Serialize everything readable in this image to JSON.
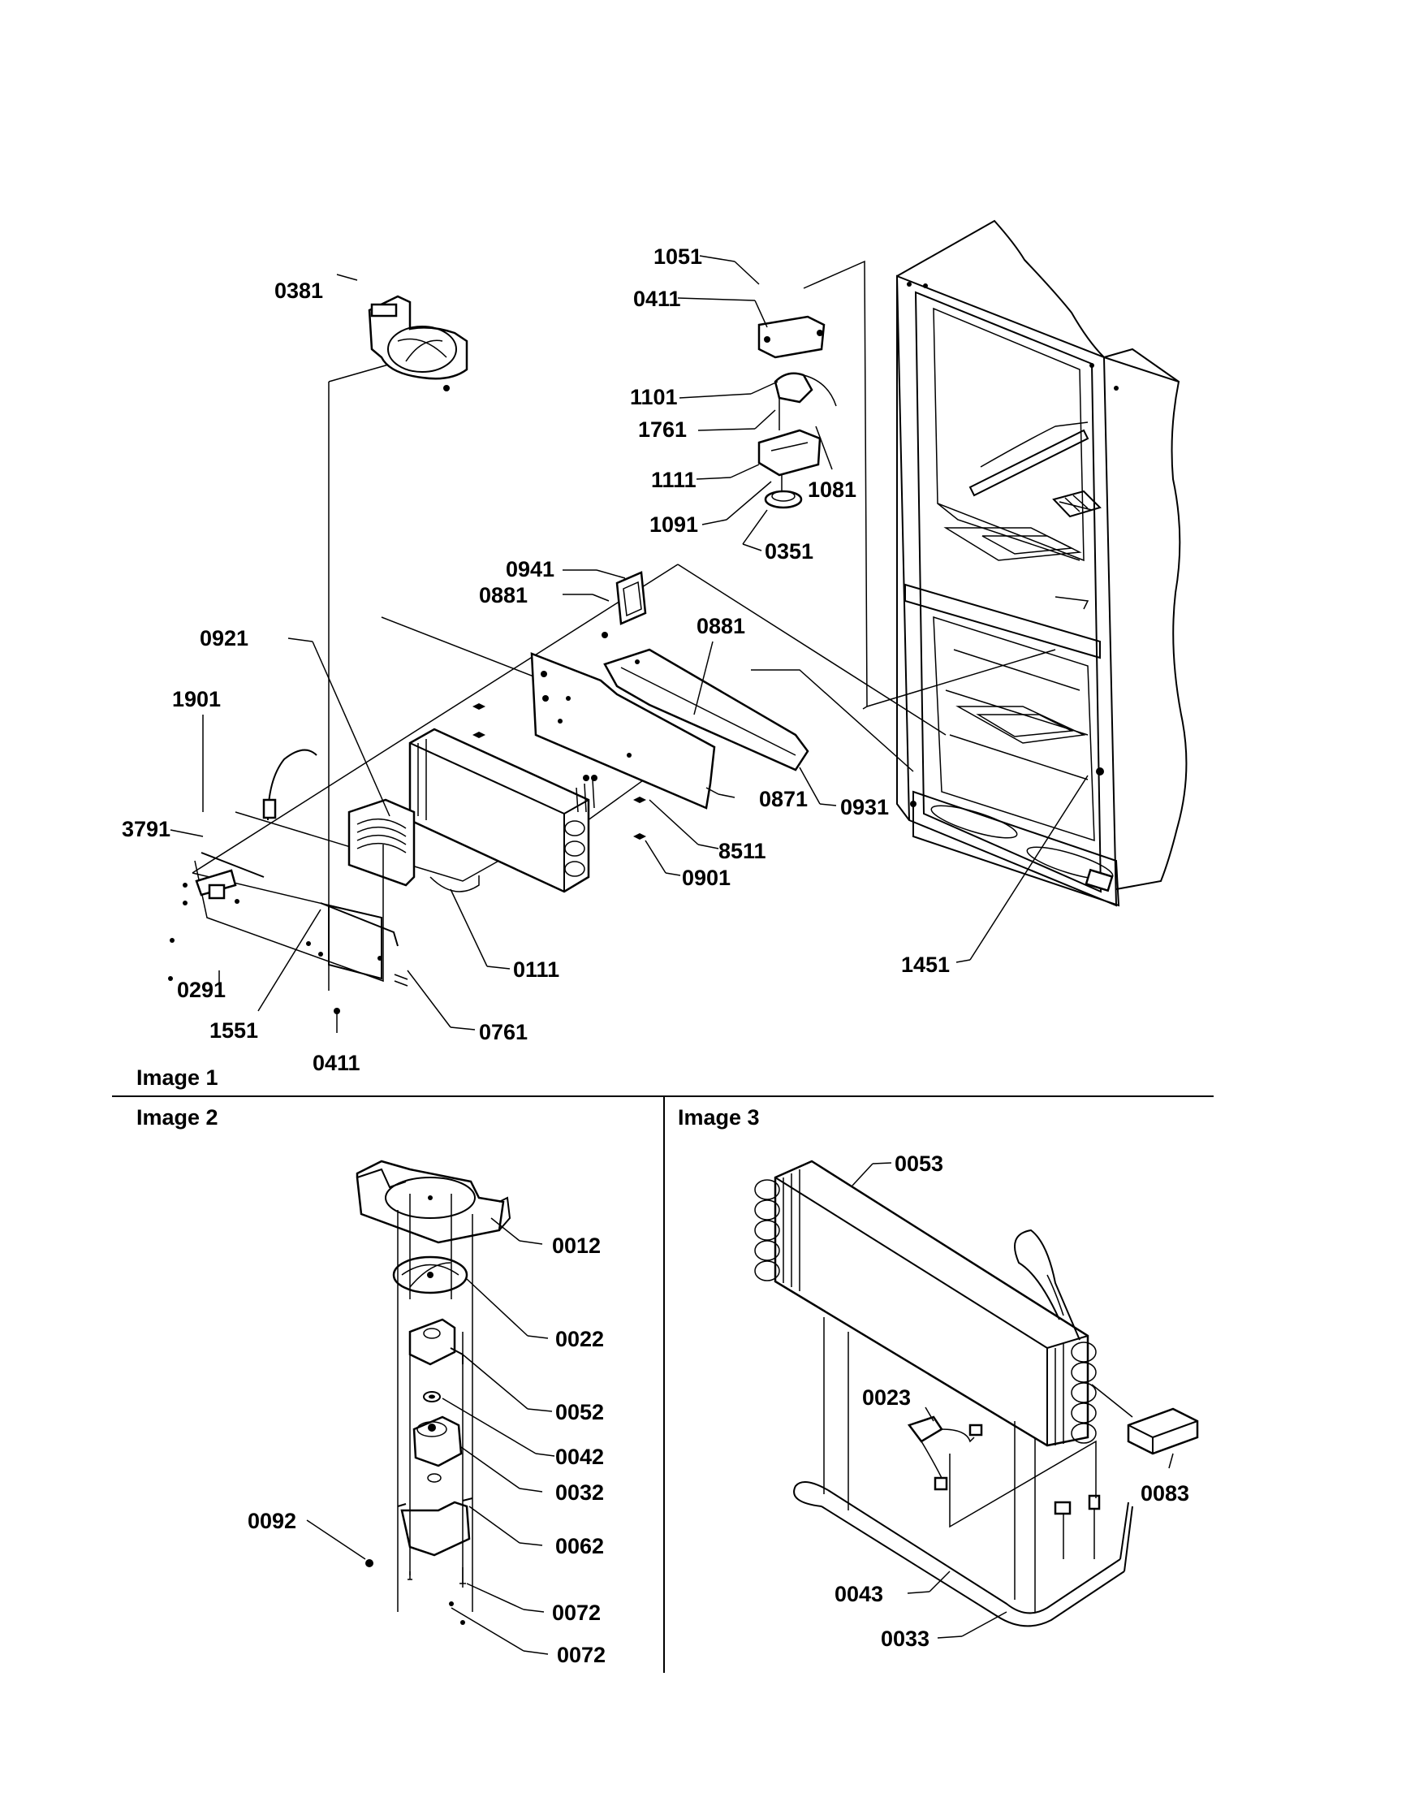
{
  "panels": {
    "image1": "Image 1",
    "image2": "Image 2",
    "image3": "Image 3"
  },
  "labels": {
    "p0381": "0381",
    "p1051": "1051",
    "p0411a": "0411",
    "p1101": "1101",
    "p1761": "1761",
    "p1111": "1111",
    "p1081": "1081",
    "p1091": "1091",
    "p0351": "0351",
    "p0941": "0941",
    "p0881a": "0881",
    "p0921": "0921",
    "p0881b": "0881",
    "p1901": "1901",
    "p3791": "3791",
    "p0871": "0871",
    "p0931": "0931",
    "p8511": "8511",
    "p0901": "0901",
    "p0111": "0111",
    "p0291": "0291",
    "p1551": "1551",
    "p0761": "0761",
    "p0411b": "0411",
    "p1451": "1451",
    "p0012": "0012",
    "p0022": "0022",
    "p0052": "0052",
    "p0042": "0042",
    "p0032": "0032",
    "p0092": "0092",
    "p0062": "0062",
    "p0072a": "0072",
    "p0072b": "0072",
    "p0053": "0053",
    "p0023": "0023",
    "p0083": "0083",
    "p0043": "0043",
    "p0033": "0033"
  }
}
